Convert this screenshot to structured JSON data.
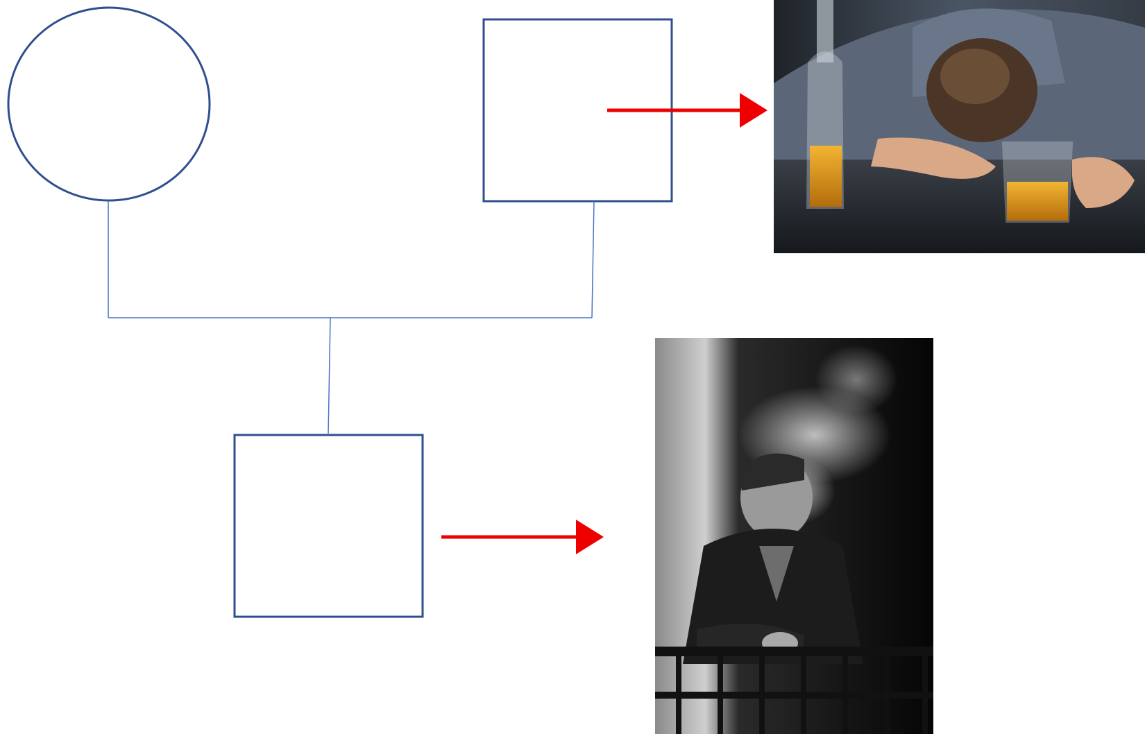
{
  "diagram": {
    "type": "family-pedigree",
    "members": [
      {
        "id": "mother",
        "symbol": "circle"
      },
      {
        "id": "father",
        "symbol": "square",
        "trait_image": "drinking-man-photo"
      },
      {
        "id": "son",
        "symbol": "square",
        "trait_image": "smoking-man-photo"
      }
    ],
    "colors": {
      "symbol_stroke": "#2f4f8f",
      "line_stroke": "#4a72c4",
      "arrow": "#ee0000"
    }
  },
  "images": {
    "drinking": {
      "icon": "alcohol-bottle-and-glass-photo"
    },
    "smoking": {
      "icon": "man-smoking-cigarette-photo"
    }
  }
}
